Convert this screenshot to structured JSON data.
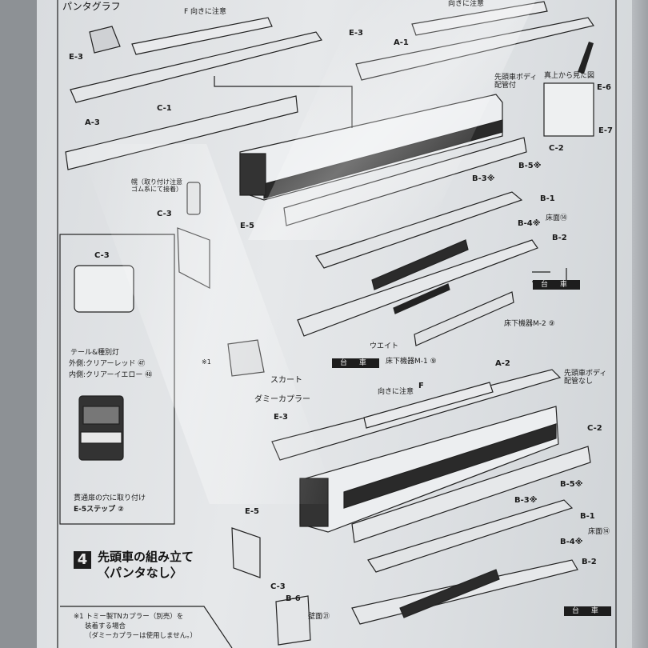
{
  "sheet": {
    "top_partial_label": "パンタグラフ",
    "upper_car": {
      "f_label": "F 向きに注意",
      "e3_left": "E-3",
      "a3": "A-3",
      "c1": "C-1",
      "e3_right": "E-3",
      "a1": "A-1",
      "direction_note_top": "向きに注意",
      "body_note": [
        "先頭車ボディ",
        "配管付"
      ],
      "top_view_title": "真上から見た図",
      "e6": "E-6",
      "e7": "E-7",
      "c2": "C-2",
      "hood_note": [
        "幌（取り付け注意",
        "ゴム系にて接着）"
      ],
      "c3": "C-3",
      "e5": "E-5",
      "b5": "B-5※",
      "b3": "B-3※",
      "b1": "B-1",
      "floor": "床面⑭",
      "b4": "B-4※",
      "b2": "B-2",
      "bogie_right": "台 車",
      "underfloor_m2": "床下機器M-2 ⑨",
      "weight": "ウエイト",
      "bogie_left": "台 車",
      "underfloor_m1": "床下機器M-1 ⑨",
      "note_mark": "※1",
      "skirt": "スカート",
      "dummy_coupler": "ダミーカプラー"
    },
    "inset": {
      "c3": "C-3",
      "lamp_title": "テール&種別灯",
      "outer": "外側:クリアーレッド ㊼",
      "inner": "内側:クリアーイエロー ㊽",
      "mount_note": "貫通扉の穴に取り付け",
      "step_part": "E-5ステップ ②"
    },
    "step4": {
      "number": "4",
      "title": "先頭車の組み立て",
      "subtitle": "〈パンタなし〉",
      "note": [
        "※1 トミー製TNカプラー（別売）を",
        "装着する場合",
        "（ダミーカプラーは使用しません。）"
      ]
    },
    "lower_car": {
      "a2": "A-2",
      "direction_note": "向きに注意",
      "f": "F",
      "body_note": [
        "先頭車ボディ",
        "配管なし"
      ],
      "e3": "E-3",
      "c2": "C-2",
      "b5": "B-5※",
      "b3": "B-3※",
      "b1": "B-1",
      "floor": "床面⑭",
      "b4": "B-4※",
      "b2": "B-2",
      "bogie": "台 車",
      "e5": "E-5",
      "c3": "C-3",
      "b6": "B-6",
      "wall": "壁面㉑"
    }
  }
}
